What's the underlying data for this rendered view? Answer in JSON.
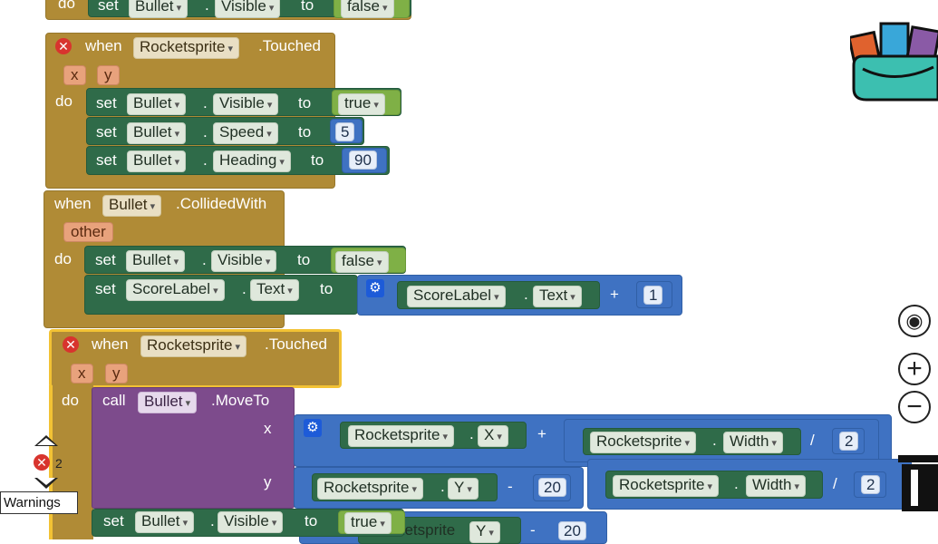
{
  "common": {
    "when": "when",
    "do": "do",
    "set": "set",
    "to": "to",
    "call": "call",
    "dot": ".",
    "plus": "+",
    "minus": "-",
    "divide": "/",
    "true": "true",
    "false": "false"
  },
  "top_partial": {
    "component": "Bullet",
    "property": "Visible",
    "value": "false"
  },
  "event1": {
    "component": "Rocketsprite",
    "event": ".Touched",
    "params": [
      "x",
      "y"
    ],
    "rows": [
      {
        "component": "Bullet",
        "property": "Visible",
        "value": "true"
      },
      {
        "component": "Bullet",
        "property": "Speed",
        "value": "5"
      },
      {
        "component": "Bullet",
        "property": "Heading",
        "value": "90"
      }
    ]
  },
  "event2": {
    "component": "Bullet",
    "event": ".CollidedWith",
    "param": "other",
    "row1": {
      "component": "Bullet",
      "property": "Visible",
      "value": "false"
    },
    "row2": {
      "component": "ScoreLabel",
      "property": "Text",
      "add_component": "ScoreLabel",
      "add_property": "Text",
      "add_value": "1"
    }
  },
  "event3": {
    "component": "Rocketsprite",
    "event": ".Touched",
    "params": [
      "x",
      "y"
    ],
    "call_component": "Bullet",
    "call_method": ".MoveTo",
    "arg_x": "x",
    "arg_y": "y",
    "x_expr": {
      "c1": "Rocketsprite",
      "p1": "X",
      "c2": "Rocketsprite",
      "p2": "Width",
      "divisor": "2"
    },
    "y_expr": {
      "c1": "Rocketsprite",
      "p1": "Y",
      "n1": "20",
      "c2": "Rocketsprite",
      "p2": "Width",
      "divisor": "2"
    },
    "bottom_row": {
      "component": "Bullet",
      "property": "Visible",
      "value": "true"
    },
    "under_fragment": {
      "text": "ocketsprite",
      "property": "Y",
      "value": "20"
    }
  },
  "warnings": {
    "count": "2",
    "label": "Warnings"
  },
  "colors": {
    "event": "#b08b36",
    "set": "#2f6b49",
    "call": "#7d4b8c",
    "math": "#3f72c2",
    "logic": "#7fb046",
    "selected": "#f2c234"
  }
}
